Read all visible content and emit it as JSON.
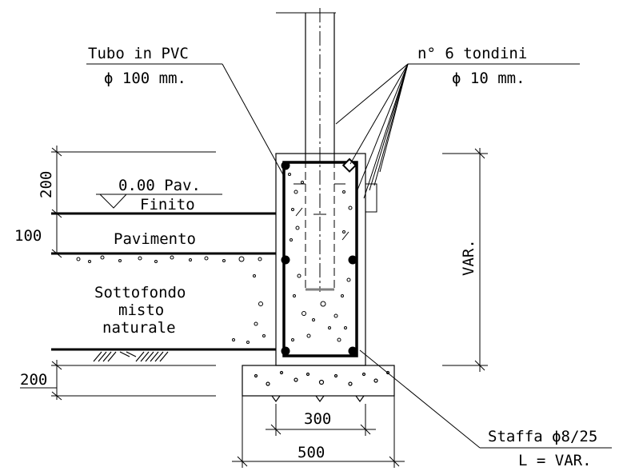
{
  "labels": {
    "pipe_title": "Tubo in PVC",
    "pipe_dim": "ϕ 100 mm.",
    "bars_title": "n° 6 tondini",
    "bars_dim": "ϕ  10 mm.",
    "level": "0.00 Pav.",
    "level_finish": "Finito",
    "floor": "Pavimento",
    "sub1": "Sottofondo",
    "sub2": "misto",
    "sub3": "naturale",
    "stirrup": "Staffa ϕ8/25",
    "stirrup_len": "L = VAR.",
    "height_var": "VAR."
  },
  "dimensions": {
    "top": "200",
    "floor": "100",
    "bottom": "200",
    "inner_width": "300",
    "outer_width": "500"
  },
  "colors": {
    "line": "#000000",
    "pipe_bottom": "#7f7f7f"
  }
}
